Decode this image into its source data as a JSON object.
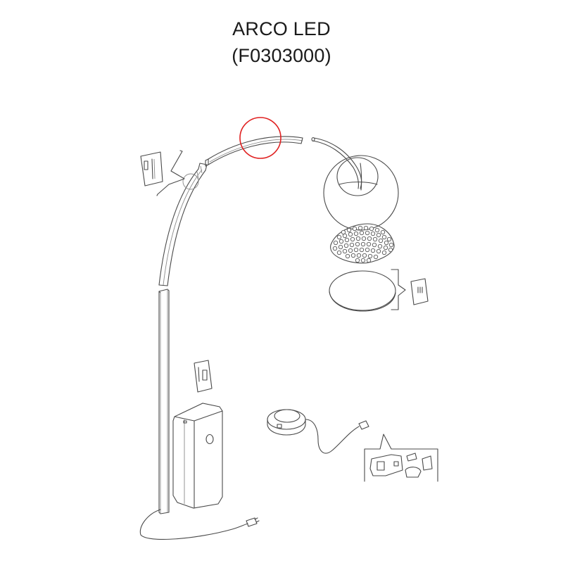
{
  "header": {
    "product_name": "ARCO LED",
    "product_code": "(F0303000)"
  },
  "diagram": {
    "type": "exploded-parts-view",
    "parts": [
      {
        "id": "upper-arc-segment",
        "label": "Upper arc segment"
      },
      {
        "id": "lamp-arm-tip",
        "label": "Lamp arm end"
      },
      {
        "id": "lower-arc-segment",
        "label": "Lower arc segment"
      },
      {
        "id": "vertical-pole",
        "label": "Vertical pole"
      },
      {
        "id": "globe-shade",
        "label": "Globe shade"
      },
      {
        "id": "perforated-diffuser",
        "label": "Perforated dome diffuser"
      },
      {
        "id": "bottom-disc",
        "label": "Bottom disc"
      },
      {
        "id": "base-block",
        "label": "Base block"
      },
      {
        "id": "dimmer-switch",
        "label": "Round dimmer with cable"
      },
      {
        "id": "power-adapter",
        "label": "Power adapter with interchangeable plugs"
      },
      {
        "id": "instruction-card-joint",
        "label": "Connector detail card"
      },
      {
        "id": "instruction-card-base",
        "label": "Base mounting card"
      },
      {
        "id": "instruction-card-disc",
        "label": "Disc detail card"
      }
    ],
    "highlight": {
      "shape": "circle",
      "color": "#e02020",
      "target": "upper-arc-segment"
    }
  }
}
